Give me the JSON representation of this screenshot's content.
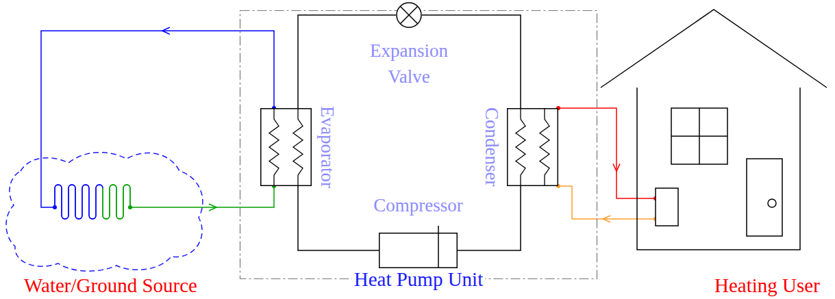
{
  "diagram": {
    "nodes": [
      {
        "text": [
          "Water/Ground Source"
        ]
      },
      {
        "text": [
          "Heat Pump Unit"
        ]
      },
      {
        "text": [
          "Evaporator"
        ],
        "in": 1
      },
      {
        "text": [
          "Expansion Valve"
        ],
        "in": 1
      },
      {
        "text": [
          "Condenser"
        ],
        "in": 1
      },
      {
        "text": [
          "Compressor"
        ],
        "in": 1
      },
      {
        "text": [
          "Heating User"
        ]
      }
    ],
    "edges": [
      {
        "from": 2,
        "to": 0,
        "arrow": "to"
      },
      {
        "from": 0,
        "to": 2,
        "arrow": "to"
      },
      {
        "from": 4,
        "to": 6,
        "arrow": "to"
      },
      {
        "from": 6,
        "to": 4,
        "arrow": "to"
      },
      {
        "from": 3,
        "to": 2,
        "arrow": "none"
      },
      {
        "from": 2,
        "to": 5,
        "arrow": "none"
      },
      {
        "from": 5,
        "to": 4,
        "arrow": "none"
      },
      {
        "from": 4,
        "to": 3,
        "arrow": "none"
      }
    ]
  }
}
